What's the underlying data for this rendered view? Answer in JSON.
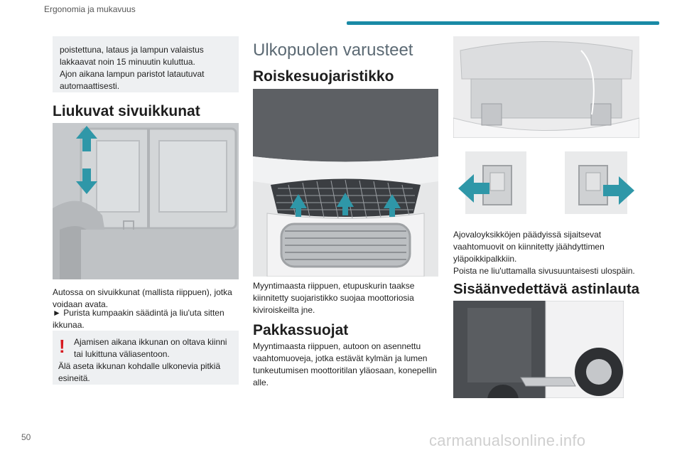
{
  "header": {
    "chapter_title": "Ergonomia ja mukavuus",
    "accent_color": "#1a8aa6"
  },
  "column1": {
    "note_top": "poistettuna, lataus ja lampun valaistus lakkaavat noin 15 minuutin kuluttua.\nAjon aikana lampun paristot latautuvat automaattisesti.",
    "heading": "Liukuvat sivuikkunat",
    "body": "Autossa on sivuikkunat (mallista riippuen), jotka voidaan avata.",
    "instruction": "► Purista kumpaakin säädintä ja liu'uta sitten ikkunaa.",
    "warning_line1": "Ajamisen aikana ikkunan on oltava kiinni",
    "warning_rest": "tai lukittuna väliasentoon.\nÄlä aseta ikkunan kohdalle ulkonevia pitkiä esineitä.",
    "warning_icon": "exclamation-icon",
    "warning_color": "#d71920"
  },
  "column2": {
    "section_title": "Ulkopuolen varusteet",
    "heading_guard": "Roiskesuojaristikko",
    "text_guard": "Myyntimaasta riippuen, etupuskurin taakse kiinnitetty suojaristikko suojaa moottoriosia kiviroiskeilta jne.",
    "heading_cold": "Pakkassuojat",
    "text_cold": "Myyntimaasta riippuen, autoon on asennettu vaahtomuoveja, jotka estävät kylmän ja lumen tunkeutumisen moottoritilan yläosaan, konepellin alle."
  },
  "column3": {
    "text_foam": "Ajovaloyksikköjen päädyissä sijaitsevat vaahtomuovit on kiinnitetty jäähdyttimen yläpoikkipalkkiin.\nPoista ne liu'uttamalla sivusuuntaisesti ulospäin.",
    "heading_step": "Sisäänvedettävä astinlauta"
  },
  "footer": {
    "page_number": "50",
    "watermark": "carmanualsonline.info"
  }
}
